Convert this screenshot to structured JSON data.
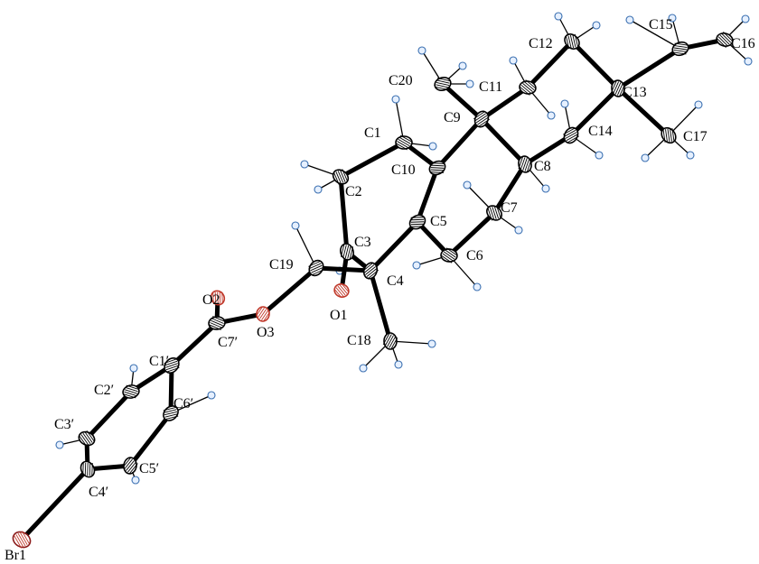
{
  "colors": {
    "bond": "#000000",
    "carbon_outline": "#000000",
    "oxygen": "#c0392b",
    "bromine": "#8b1a1a",
    "hydrogen": "#3a6fb0"
  },
  "atoms": [
    {
      "id": "C1",
      "label": "C1",
      "element": "C"
    },
    {
      "id": "C2",
      "label": "C2",
      "element": "C"
    },
    {
      "id": "C3",
      "label": "C3",
      "element": "C"
    },
    {
      "id": "C4",
      "label": "C4",
      "element": "C"
    },
    {
      "id": "C5",
      "label": "C5",
      "element": "C"
    },
    {
      "id": "C6",
      "label": "C6",
      "element": "C"
    },
    {
      "id": "C7",
      "label": "C7",
      "element": "C"
    },
    {
      "id": "C8",
      "label": "C8",
      "element": "C"
    },
    {
      "id": "C9",
      "label": "C9",
      "element": "C"
    },
    {
      "id": "C10",
      "label": "C10",
      "element": "C"
    },
    {
      "id": "C11",
      "label": "C11",
      "element": "C"
    },
    {
      "id": "C12",
      "label": "C12",
      "element": "C"
    },
    {
      "id": "C13",
      "label": "C13",
      "element": "C"
    },
    {
      "id": "C14",
      "label": "C14",
      "element": "C"
    },
    {
      "id": "C15",
      "label": "C15",
      "element": "C"
    },
    {
      "id": "C16",
      "label": "C16",
      "element": "C"
    },
    {
      "id": "C17",
      "label": "C17",
      "element": "C"
    },
    {
      "id": "C18",
      "label": "C18",
      "element": "C"
    },
    {
      "id": "C19",
      "label": "C19",
      "element": "C"
    },
    {
      "id": "C20",
      "label": "C20",
      "element": "C"
    },
    {
      "id": "O1",
      "label": "O1",
      "element": "O"
    },
    {
      "id": "O2",
      "label": "O2",
      "element": "O"
    },
    {
      "id": "O3",
      "label": "O3",
      "element": "O"
    },
    {
      "id": "C1p",
      "label": "C1′",
      "element": "C"
    },
    {
      "id": "C2p",
      "label": "C2′",
      "element": "C"
    },
    {
      "id": "C3p",
      "label": "C3′",
      "element": "C"
    },
    {
      "id": "C4p",
      "label": "C4′",
      "element": "C"
    },
    {
      "id": "C5p",
      "label": "C5′",
      "element": "C"
    },
    {
      "id": "C6p",
      "label": "C6′",
      "element": "C"
    },
    {
      "id": "C7p",
      "label": "C7′",
      "element": "C"
    },
    {
      "id": "Br1",
      "label": "Br1",
      "element": "Br"
    }
  ],
  "bonds": [
    [
      "C1",
      "C2"
    ],
    [
      "C2",
      "C3"
    ],
    [
      "C3",
      "C4"
    ],
    [
      "C4",
      "C5"
    ],
    [
      "C5",
      "C10"
    ],
    [
      "C10",
      "C1"
    ],
    [
      "C5",
      "C6"
    ],
    [
      "C6",
      "C7"
    ],
    [
      "C7",
      "C8"
    ],
    [
      "C8",
      "C9"
    ],
    [
      "C9",
      "C10"
    ],
    [
      "C9",
      "C11"
    ],
    [
      "C11",
      "C12"
    ],
    [
      "C12",
      "C13"
    ],
    [
      "C13",
      "C14"
    ],
    [
      "C14",
      "C8"
    ],
    [
      "C9",
      "C20"
    ],
    [
      "C13",
      "C15"
    ],
    [
      "C15",
      "C16"
    ],
    [
      "C13",
      "C17"
    ],
    [
      "C4",
      "C18"
    ],
    [
      "C4",
      "C19"
    ],
    [
      "C3",
      "O1"
    ],
    [
      "C19",
      "O3"
    ],
    [
      "O3",
      "C7p"
    ],
    [
      "C7p",
      "O2"
    ],
    [
      "C7p",
      "C1p"
    ],
    [
      "C1p",
      "C2p"
    ],
    [
      "C2p",
      "C3p"
    ],
    [
      "C3p",
      "C4p"
    ],
    [
      "C4p",
      "C5p"
    ],
    [
      "C5p",
      "C6p"
    ],
    [
      "C6p",
      "C1p"
    ],
    [
      "C4p",
      "Br1"
    ]
  ]
}
